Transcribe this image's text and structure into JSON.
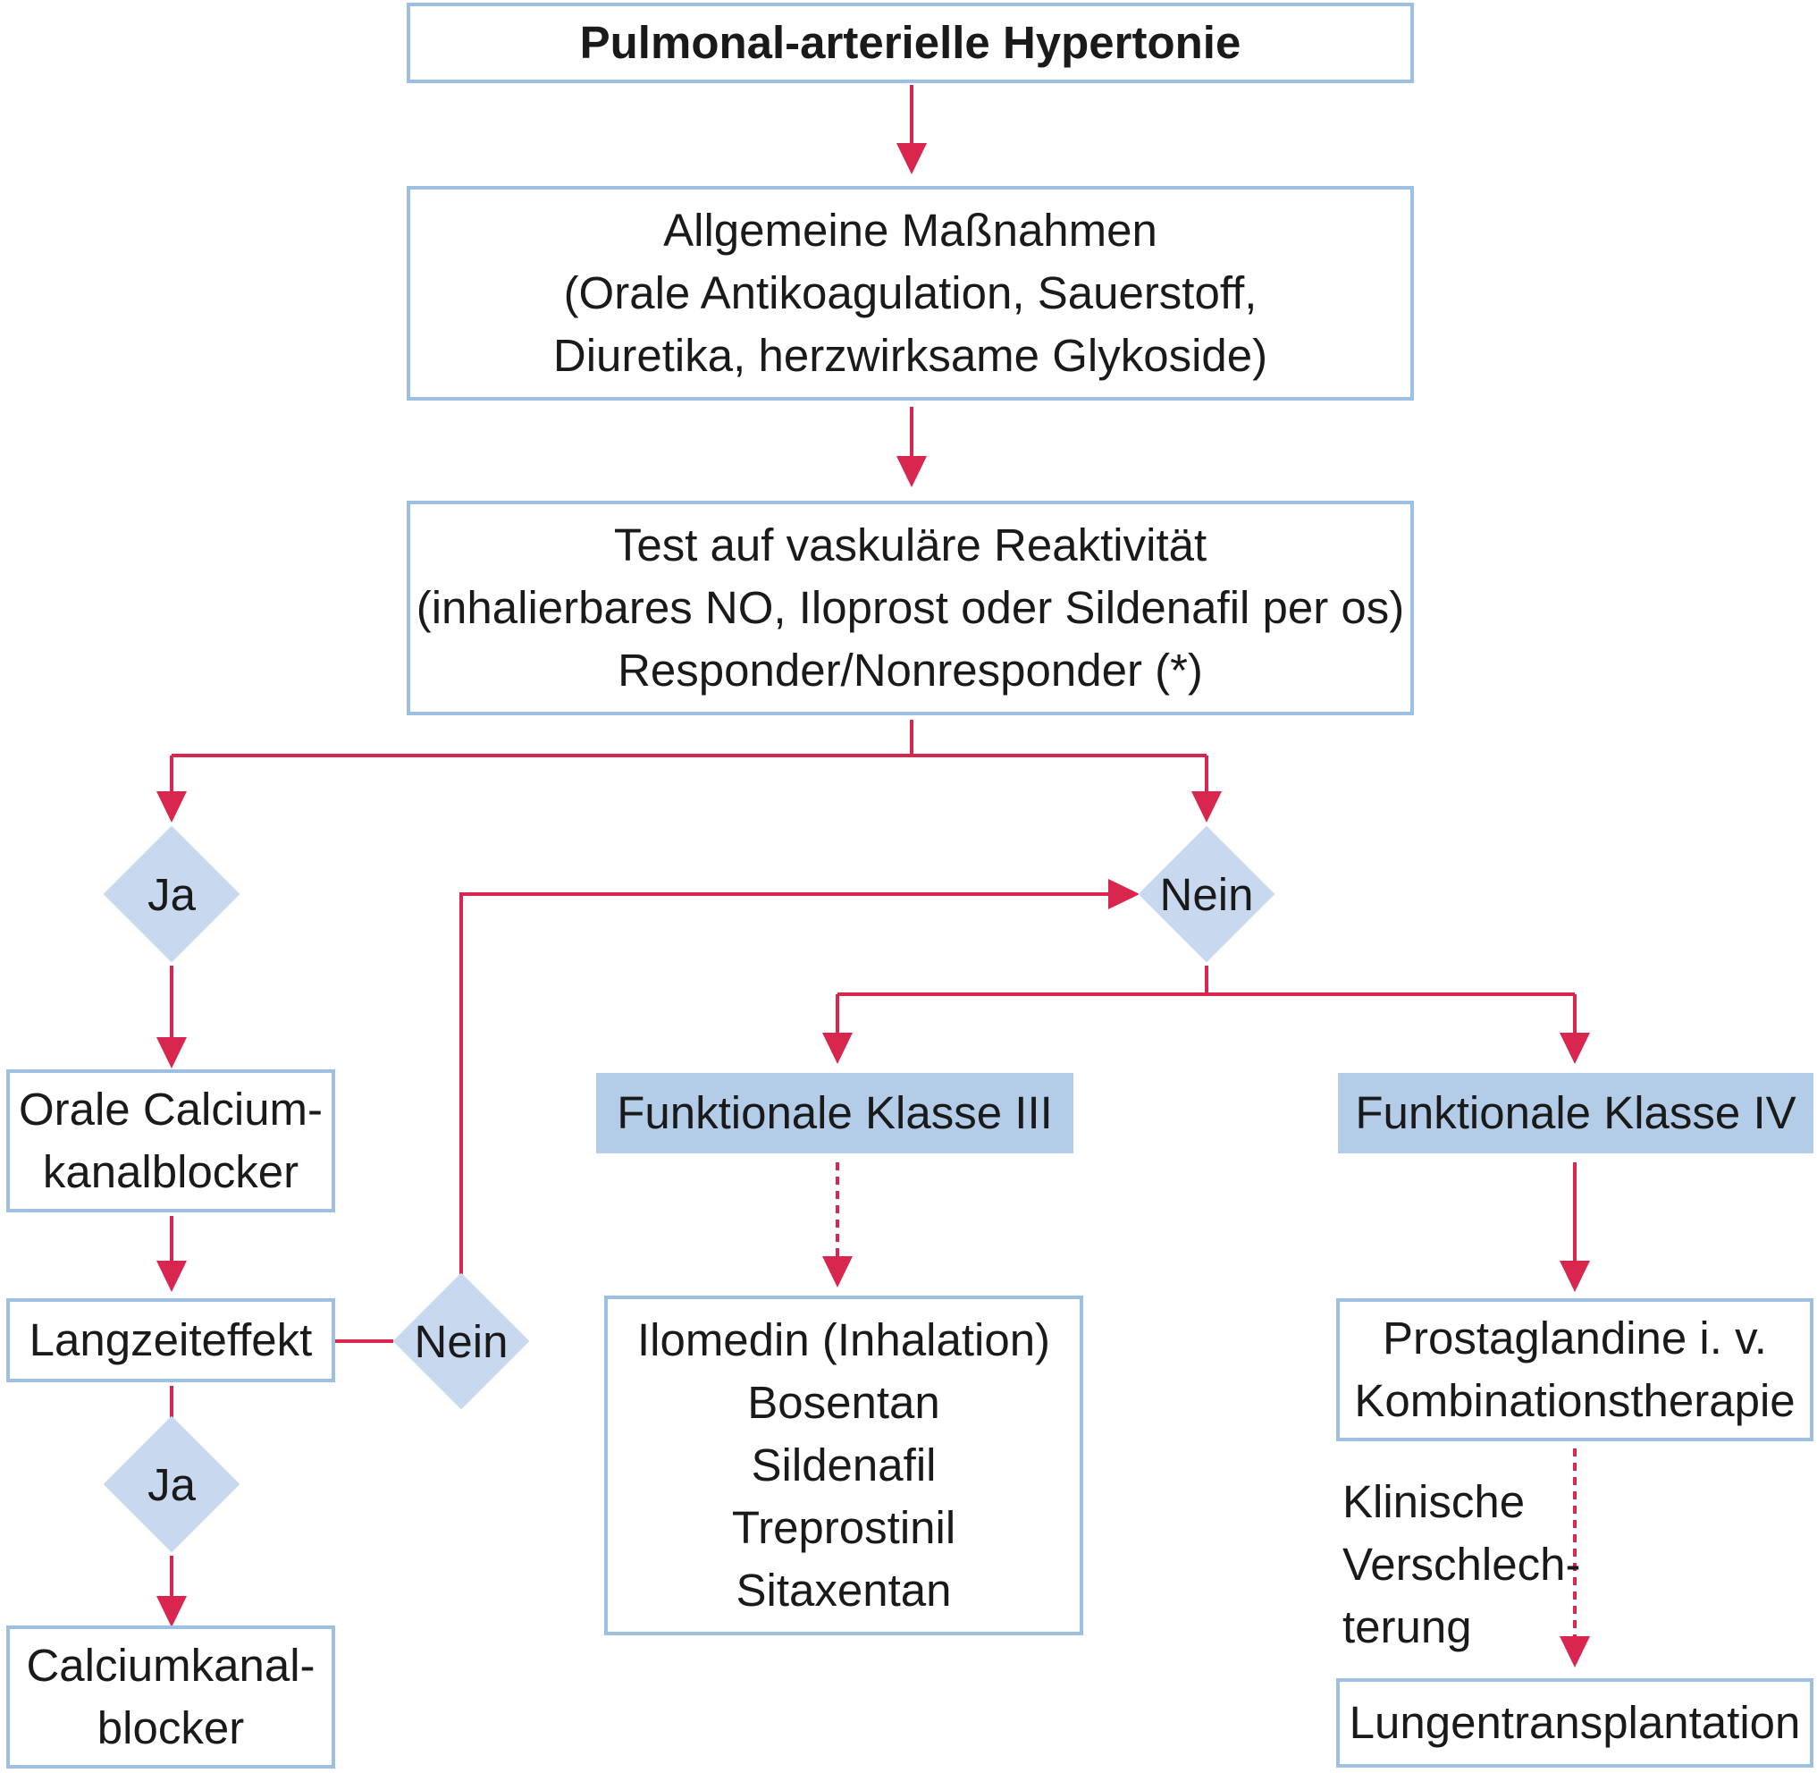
{
  "colors": {
    "arrow": "#d9264e",
    "box_border": "#9dbfe2",
    "class_fill": "#b3cce8",
    "diamond_fill": "#c7d8ef",
    "text": "#1a1a1a"
  },
  "boxes": {
    "title": "Pulmonal-arterielle Hypertonie",
    "general": [
      "Allgemeine Maßnahmen",
      "(Orale Antikoagulation, Sauerstoff,",
      "Diuretika, herzwirksame Glykoside)"
    ],
    "test": [
      "Test auf vaskuläre Reaktivität",
      "(inhalierbares NO, Iloprost oder Sildenafil per os)",
      "Responder/Nonresponder (*)"
    ],
    "oral_ccb": [
      "Orale Calcium-",
      "kanalblocker"
    ],
    "longterm": "Langzeiteffekt",
    "ccb": [
      "Calciumkanal-",
      "blocker"
    ],
    "class3": "Funktionale Klasse III",
    "class4": "Funktionale Klasse IV",
    "class3_therapy": [
      "Ilomedin (Inhalation)",
      "Bosentan",
      "Sildenafil",
      "Treprostinil",
      "Sitaxentan"
    ],
    "class4_therapy": [
      "Prostaglandine i. v.",
      "Kombinationstherapie"
    ],
    "transplant": "Lungentransplantation"
  },
  "decisions": {
    "ja_top": "Ja",
    "nein_top": "Nein",
    "nein_mid": "Nein",
    "ja_bottom": "Ja"
  },
  "annotation": [
    "Klinische",
    "Verschlech-",
    "terung"
  ]
}
